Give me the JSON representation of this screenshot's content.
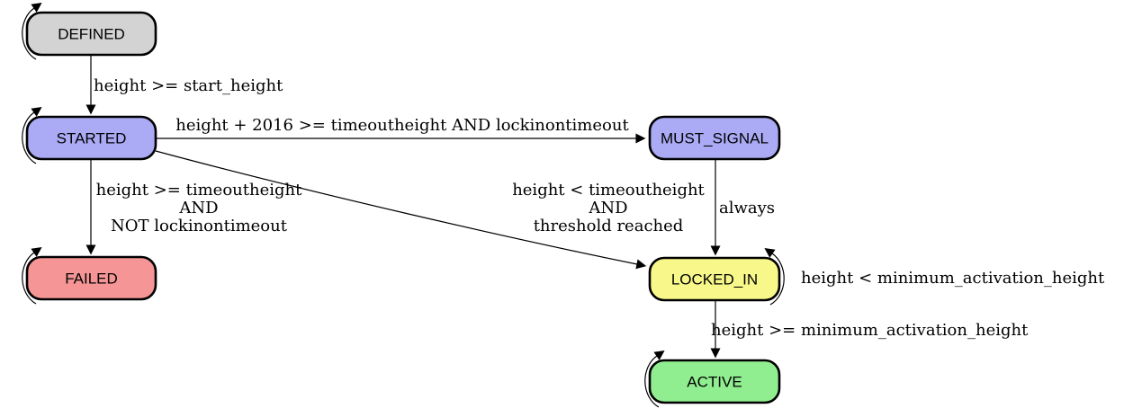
{
  "diagram_type": "state-machine",
  "colors": {
    "background": "#ffffff",
    "node_border": "#000000",
    "edge": "#000000",
    "label_text": "#000000"
  },
  "nodes": {
    "defined": {
      "label": "DEFINED",
      "fill": "#d3d3d3"
    },
    "started": {
      "label": "STARTED",
      "fill": "#aaaaf5"
    },
    "failed": {
      "label": "FAILED",
      "fill": "#f59595"
    },
    "must_signal": {
      "label": "MUST_SIGNAL",
      "fill": "#aaaaf5"
    },
    "locked_in": {
      "label": "LOCKED_IN",
      "fill": "#f8f88a"
    },
    "active": {
      "label": "ACTIVE",
      "fill": "#90ee90"
    }
  },
  "edges": {
    "defined_to_started": {
      "label": "height >= start_height"
    },
    "started_to_must_signal": {
      "label": "height + 2016 >= timeoutheight AND lockinontimeout"
    },
    "started_to_failed": {
      "lines": [
        "height >= timeoutheight",
        "AND",
        "NOT lockinontimeout"
      ]
    },
    "started_to_locked_in": {
      "lines": [
        "height < timeoutheight",
        "AND",
        "threshold reached"
      ]
    },
    "must_signal_to_locked_in": {
      "label": "always"
    },
    "locked_in_self_loop": {
      "label": "height < minimum_activation_height"
    },
    "locked_in_to_active": {
      "label": "height >= minimum_activation_height"
    }
  }
}
